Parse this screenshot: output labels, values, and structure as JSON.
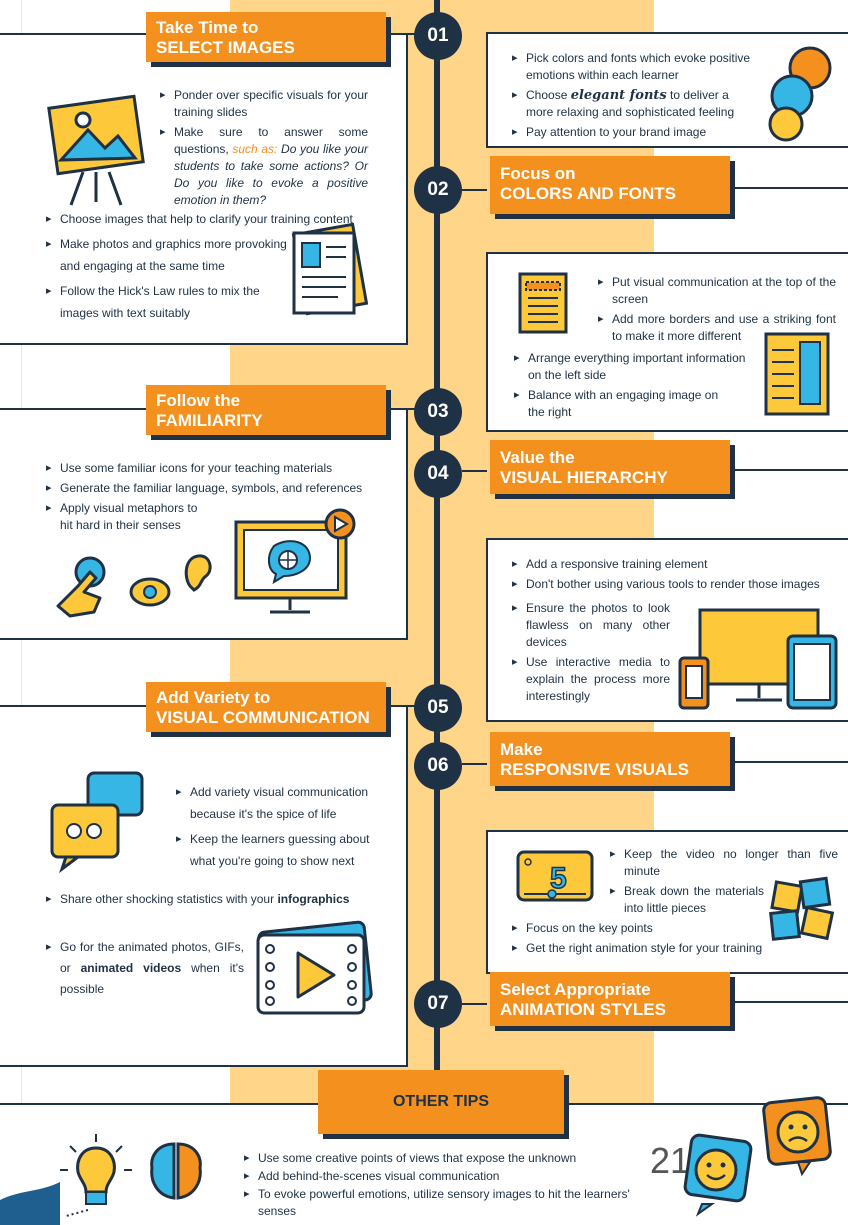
{
  "colors": {
    "accent": "#f4901e",
    "navy": "#1f3144",
    "band": "#ffd58a",
    "yellow": "#fdc93a",
    "blue": "#35b6e5"
  },
  "steps": [
    {
      "num": "01",
      "title1": "Take Time to",
      "title2": "SELECT IMAGES",
      "bullets_top": [
        "Ponder over specific visuals for your training slides"
      ],
      "bullets_bottom": [
        "Choose images that help to clarify your training content",
        "Make photos and graphics more provoking and engaging at the same time",
        "Follow the Hick's Law rules to mix the images with text suitably"
      ]
    },
    {
      "num": "02",
      "title1": "Focus on",
      "title2": "COLORS AND FONTS",
      "bullets": [
        "Pick colors and fonts which evoke positive emotions within each learner",
        "Pay attention to your brand image"
      ]
    },
    {
      "num": "03",
      "title1": "Follow the",
      "title2": "FAMILIARITY",
      "bullets": [
        "Use some familiar icons for your teaching materials",
        "Generate the familiar language, symbols, and references",
        "Apply visual metaphors to hit hard in their senses"
      ]
    },
    {
      "num": "04",
      "title1": "Value the",
      "title2": "VISUAL HIERARCHY",
      "bullets_top": [
        "Put visual communication at the top of the screen",
        "Add more borders and use a striking font to make it more different"
      ],
      "bullets_bottom": [
        "Arrange everything important information on the left side",
        "Balance with an engaging image on the right"
      ]
    },
    {
      "num": "05",
      "title1": "Add Variety to",
      "title2": "VISUAL COMMUNICATION",
      "bullets_top": [
        "Add variety visual communication because it's the spice of life",
        "Keep the learners guessing about what you're going to show next"
      ],
      "stats_pre": "Share other shocking statistics with your ",
      "stats_bold": "infographics",
      "anim_pre": "Go for the animated photos, GIFs, or ",
      "anim_bold": "animated videos",
      "anim_post": " when it's possible"
    },
    {
      "num": "06",
      "title1": "Make",
      "title2": "RESPONSIVE VISUALS",
      "bullets_top": [
        "Add a responsive training element",
        "Don't bother using various tools to render those images"
      ],
      "bullets_mid": [
        "Ensure the photos to look flawless on many other devices",
        "Use interactive media to explain the process more interestingly"
      ]
    },
    {
      "num": "07",
      "title1": "Select Appropriate",
      "title2": "ANIMATION STYLES",
      "bullets_top": [
        "Keep the video no longer than five minute",
        "Break down the materials into little pieces"
      ],
      "bullets_bottom": [
        "Focus on the key points",
        "Get the right animation style for your training"
      ]
    }
  ],
  "step1_q": {
    "pre": "Make sure to answer some questions, ",
    "hl": "such as:",
    "ital": " Do you like your students to take some actions? Or Do you like to evoke a  positive emotion in them?"
  },
  "step2_fonts": {
    "pre": "Choose ",
    "script": "elegant fonts",
    "post": " to deliver a more relaxing and sophisticated feeling"
  },
  "other": {
    "title": "OTHER TIPS",
    "bullets": [
      "Use some creative points of views that expose the unknown",
      "Add behind-the-scenes visual communication",
      "To evoke powerful emotions, utilize sensory images to hit the learners' senses"
    ]
  },
  "page_number": "21",
  "icon_ids": [
    "easel-icon",
    "document-icon",
    "circles-icon",
    "layout-icon",
    "hand-pointer-icon",
    "eye-icon",
    "ear-icon",
    "monitor-globe-icon",
    "chat-bubbles-icon",
    "film-play-icon",
    "devices-icon",
    "video-5-icon",
    "puzzle-icon",
    "lightbulb-icon",
    "brain-icon",
    "smile-bubble-icon",
    "sad-bubble-icon"
  ]
}
